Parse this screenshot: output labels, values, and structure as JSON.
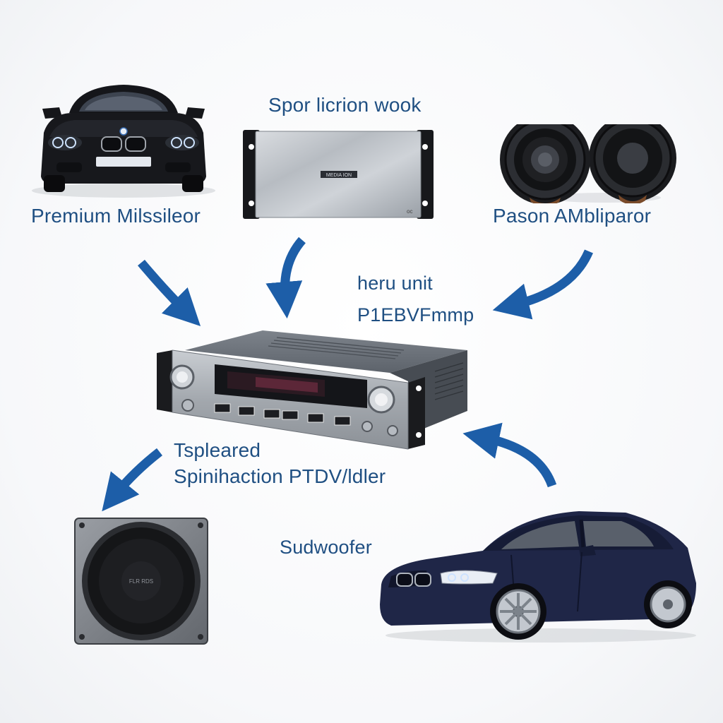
{
  "labels": {
    "top_left": "Premium Milssileor",
    "top_center": "Spor licrion wook",
    "top_right": "Pason AMbliparor",
    "center_line1": "heru unit",
    "center_line2": "P1EBVFmmp",
    "bottom_line1": "Tspleared",
    "bottom_line2": "Spinihaction PTDV/ldler",
    "bottom_right": "Sudwoofer"
  },
  "device_text": {
    "amp_badge": "MEDIA ION",
    "amp_corner": "oc",
    "sub_center": "FLR RDS"
  },
  "colors": {
    "label_text": "#1f4f82",
    "arrow": "#1d5ea8",
    "car_black": "#101114",
    "car_blue": "#1d2444",
    "silver": "#a9adb3"
  }
}
